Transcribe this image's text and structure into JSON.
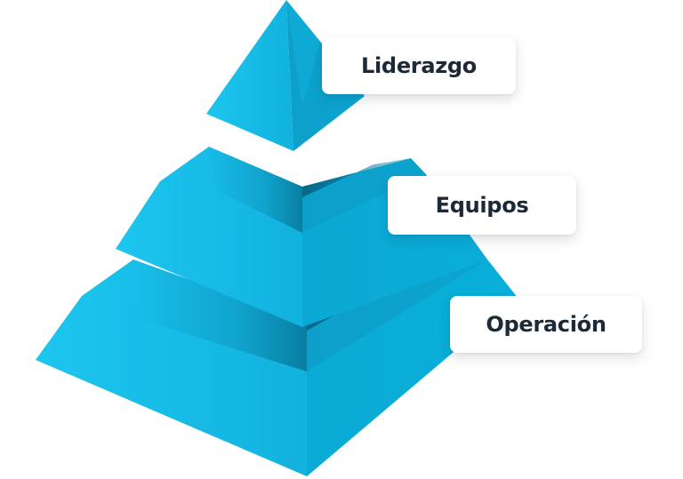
{
  "diagram": {
    "levels": [
      {
        "id": "top",
        "label": "Liderazgo"
      },
      {
        "id": "middle",
        "label": "Equipos"
      },
      {
        "id": "bottom",
        "label": "Operación"
      }
    ]
  },
  "colors": {
    "face_left": "#19bde6",
    "face_right": "#0ea1c9",
    "face_dark": "#077e9f",
    "face_light": "#00c8f3",
    "label_text": "#1c2a38",
    "label_bg": "#ffffff"
  }
}
